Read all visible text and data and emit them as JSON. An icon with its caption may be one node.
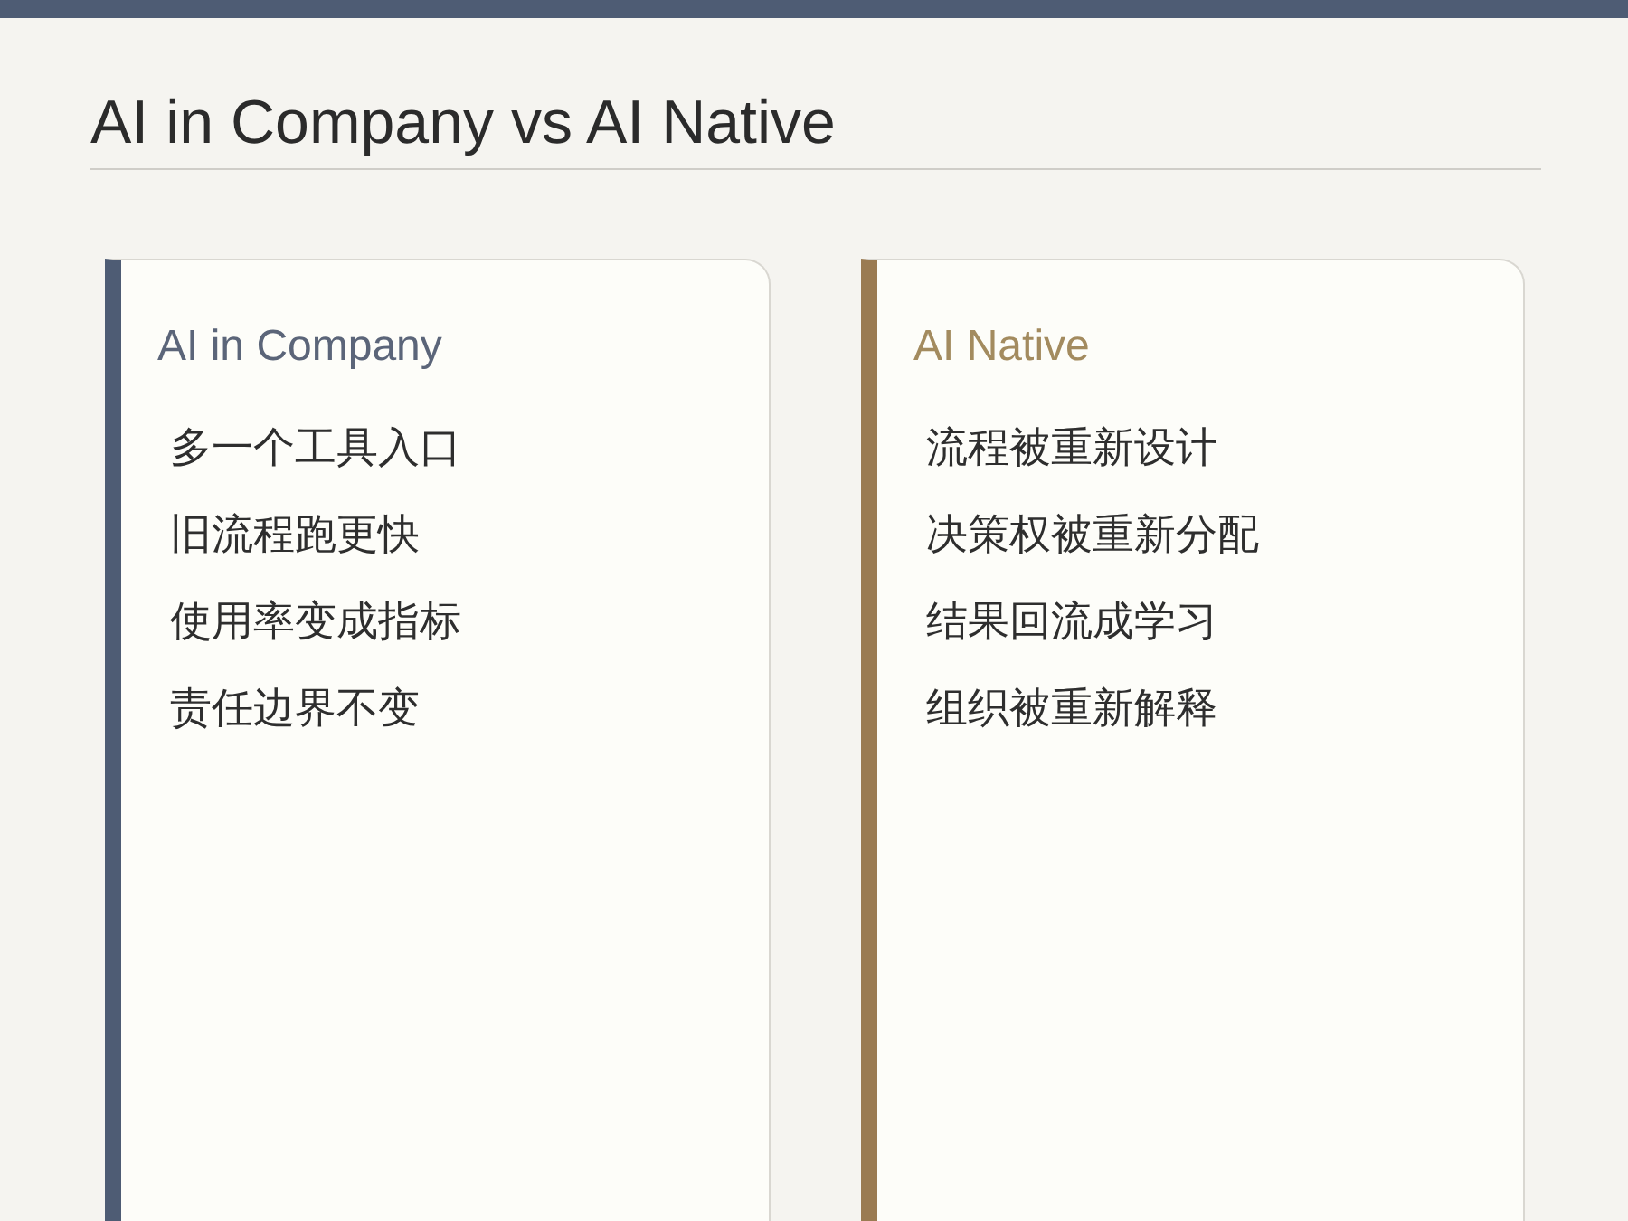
{
  "diagram": {
    "title": "AI in Company vs AI Native",
    "nodes": [
      {
        "text": [
          "AI in Company",
          "多一个工具入口",
          "旧流程跑更快",
          "使用率变成指标",
          "责任边界不变"
        ]
      },
      {
        "text": [
          "AI Native",
          "流程被重新设计",
          "决策权被重新分配",
          "结果回流成学习",
          "组织被重新解释"
        ]
      }
    ]
  }
}
